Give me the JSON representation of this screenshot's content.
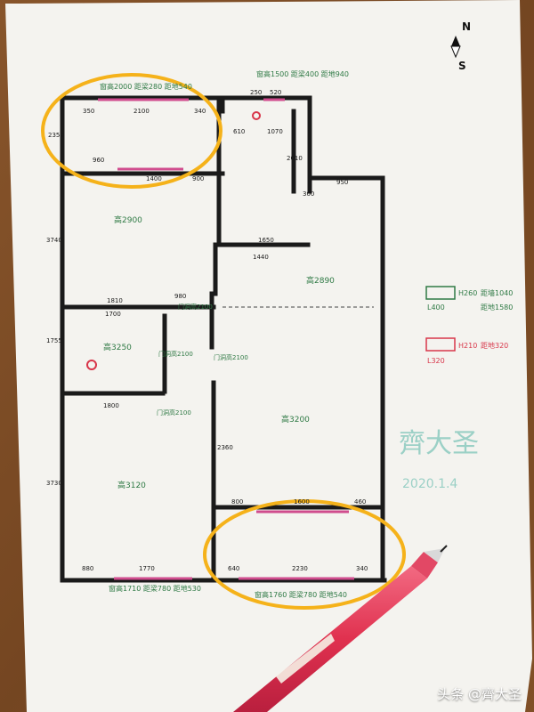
{
  "compass": {
    "north": "N",
    "south": "S"
  },
  "signature": {
    "name": "齊大圣",
    "date": "2020.1.4"
  },
  "windows": {
    "top_left": "窗高2000 距梁280 距地540",
    "top_mid": "窗高1500 距梁400 距地940",
    "bottom_right": "窗高1760 距梁780 距地540",
    "bottom_left": "窗高1710 距梁780 距地530"
  },
  "heights": {
    "room_top_left": "高2900",
    "room_right": "高2890",
    "room_mid": "高3250",
    "room_bottom_left": "高3120",
    "room_bottom_right": "高3200"
  },
  "doors": {
    "d1": "门洞高2100",
    "d2": "门洞高2100",
    "d3": "门洞高2100",
    "d4": "门洞高2100"
  },
  "dimensions": {
    "d2100": "2100",
    "d340a": "340",
    "d350": "350",
    "d2350": "2350",
    "d960": "960",
    "d1400": "1400",
    "d900": "900",
    "d250": "250",
    "d520": "520",
    "d610": "610",
    "d1070": "1070",
    "d2010": "2010",
    "d950": "950",
    "d300": "300",
    "d3740": "3740",
    "d1650": "1650",
    "d1440": "1440",
    "d1810": "1810",
    "d980": "980",
    "d1700": "1700",
    "d1755": "1755",
    "d1800": "1800",
    "d2360": "2360",
    "d3730": "3730",
    "d800": "800",
    "d1600": "1600",
    "d460": "460",
    "d640": "640",
    "d2230": "2230",
    "d1770": "1770",
    "d340b": "340",
    "d880": "880"
  },
  "pipes": {
    "legend_h": "H260",
    "legend_l": "L400",
    "legend2_h": "H210",
    "legend2_l": "L320",
    "legend_d1": "距墙1040",
    "legend_d2": "距地1580",
    "legend2_d1": "距地320"
  },
  "footer": {
    "watermark": "头条 @齊大圣"
  },
  "colors": {
    "paper": "#f4f3ef",
    "table": "#7a4a24",
    "wall": "#1a1a1a",
    "annotation_green": "#2f7a45",
    "annotation_red": "#d8364a",
    "highlight_circle": "#f5b21a",
    "pen_body": "#e0314f",
    "window_mark": "#d04c8e"
  }
}
